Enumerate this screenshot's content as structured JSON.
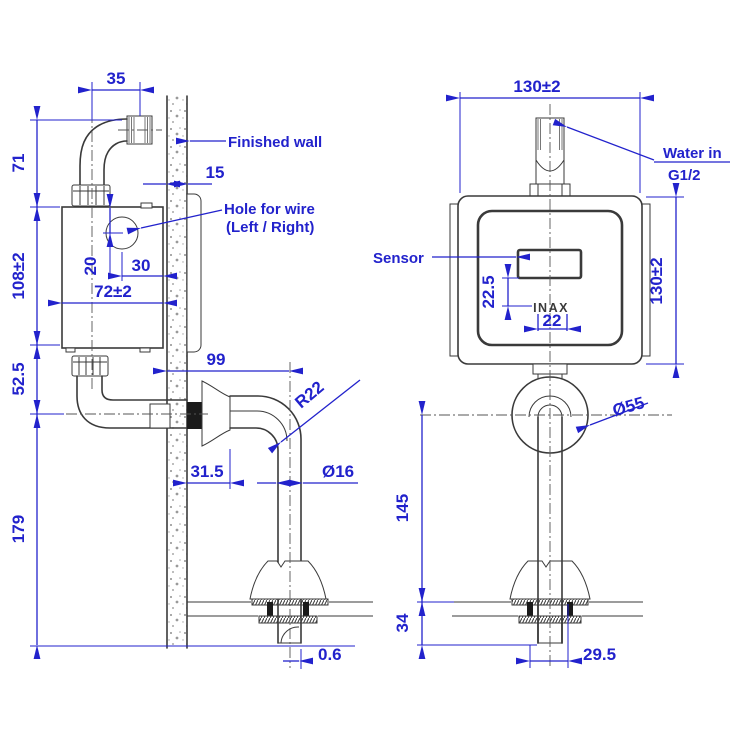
{
  "colors": {
    "dimension_blue": "#2222cc",
    "line_dark": "#3a3a3a"
  },
  "left_view": {
    "labels": {
      "finished_wall": "Finished wall",
      "hole_for_wire_line1": "Hole for wire",
      "hole_for_wire_line2": "(Left / Right)"
    },
    "dims": {
      "top_offset": "35",
      "inlet_height": "71",
      "wall_thickness": "15",
      "hole_top": "20",
      "hole_side": "30",
      "box_width": "72±2",
      "box_height": "108±2",
      "spout_offset": "52.5",
      "spout_length": "99",
      "spout_radius": "R22",
      "spout_wall": "31.5",
      "spout_dia": "Ø16",
      "spout_height": "179",
      "base_gap": "0.6"
    }
  },
  "right_view": {
    "labels": {
      "water_in_line1": "Water in",
      "water_in_line2": "G1/2",
      "sensor": "Sensor",
      "brand": "INAX"
    },
    "dims": {
      "body_width": "130±2",
      "body_height": "130±2",
      "sensor_offset": "22.5",
      "logo_width": "22",
      "escutcheon_dia": "Ø55",
      "pipe_height": "145",
      "counter_depth": "34",
      "shank_width": "29.5"
    }
  }
}
